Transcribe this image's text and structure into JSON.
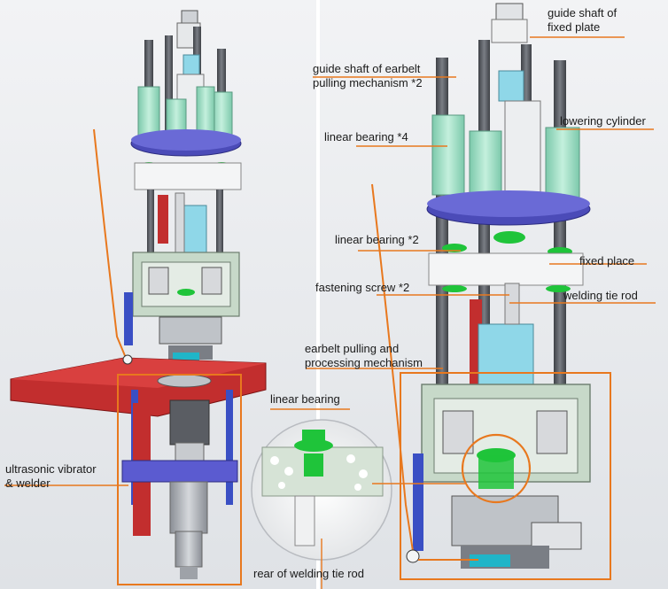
{
  "colors": {
    "background": "#e9ebee",
    "leader_line": "#e8781e",
    "highlight_box": "#e8781e",
    "shaft": "#5a5d63",
    "bearing": "#9fe3c8",
    "plate_purple": "#4b4bb8",
    "base_red": "#c22e2e",
    "frame": "#c7d9c9",
    "cylinder_cyan": "#8fd7e8",
    "green_part": "#1fc43a"
  },
  "labels": {
    "guide_shaft_fixed_plate": "guide shaft of\nfixed plate",
    "guide_shaft_earbelt": "guide shaft of earbelt\npulling mechanism *2",
    "linear_bearing_4": "linear bearing *4",
    "lowering_cylinder": "lowering cylinder",
    "linear_bearing_2": "linear bearing *2",
    "fixed_place": "fixed place",
    "fastening_screw_2": "fastening screw *2",
    "welding_tie_rod": "welding tie rod",
    "earbelt_pulling": "earbelt pulling and\nprocessing mechanism",
    "linear_bearing": "linear bearing",
    "ultrasonic_vibrator": "ultrasonic vibrator\n& welder",
    "rear_welding_tie_rod": "rear of welding tie rod"
  }
}
